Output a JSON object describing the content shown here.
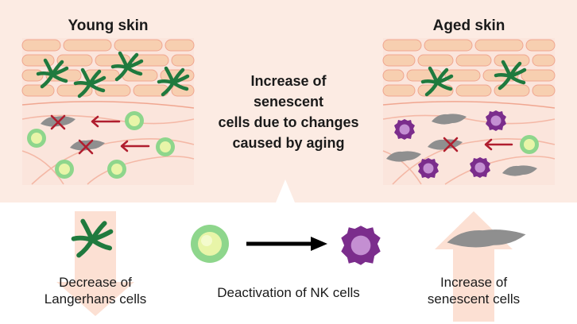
{
  "panels": {
    "young": {
      "title": "Young skin"
    },
    "aged": {
      "title": "Aged skin"
    }
  },
  "center_caption": {
    "lines": [
      "Increase of",
      "senescent",
      "cells due to changes",
      "caused by aging"
    ]
  },
  "legend": {
    "langerhans": {
      "lines": [
        "Decrease of",
        "Langerhans cells"
      ]
    },
    "nk": {
      "label": "Deactivation of NK cells"
    },
    "senescent": {
      "lines": [
        "Increase of",
        "senescent cells"
      ]
    }
  },
  "colors": {
    "banner_bg": "#fcebe3",
    "skin_bg": "#fbe5dc",
    "cell_fill": "#f7cfb0",
    "cell_stroke": "#f0a690",
    "langerhans_green": "#1f7a3e",
    "nk_ring": "#8ed68c",
    "nk_core": "#e8f5a8",
    "nk_inactive": "#7b2d8c",
    "nk_inactive_core": "#c48fd2",
    "senescent_gray": "#8f8f8f",
    "arrow_red": "#b01e2f",
    "arrow_black": "#000000",
    "cross_red": "#b01e2f"
  },
  "icons": [
    "langerhans-cell-icon",
    "nk-cell-icon",
    "inactive-nk-cell-icon",
    "senescent-cell-icon",
    "cross-icon",
    "arrow-icon"
  ]
}
